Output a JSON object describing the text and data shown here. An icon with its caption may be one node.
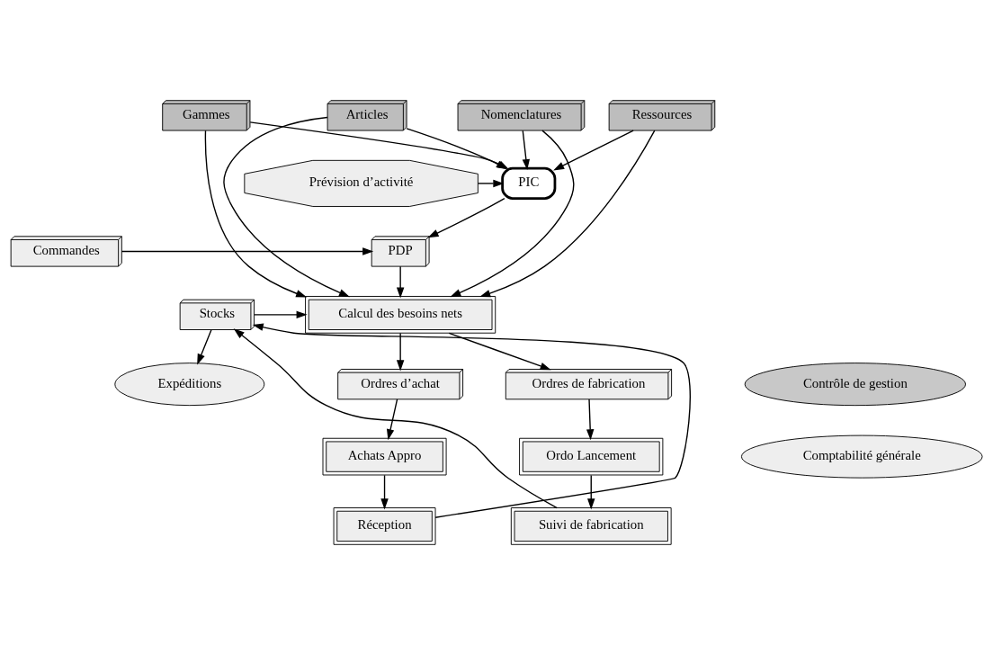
{
  "diagram": {
    "nodes": [
      {
        "text": [
          "Articles"
        ]
      },
      {
        "text": [
          "Nomenclatures"
        ]
      },
      {
        "text": [
          "Ressources"
        ]
      },
      {
        "text": [
          "Gammes"
        ]
      },
      {
        "text": [
          "PIC"
        ]
      },
      {
        "text": [
          "Prévision d’activité"
        ]
      },
      {
        "text": [
          "PDP"
        ]
      },
      {
        "text": [
          "Commandes"
        ]
      },
      {
        "text": [
          "Calcul des besoins nets"
        ]
      },
      {
        "text": [
          "Stocks"
        ]
      },
      {
        "text": [
          "Ordres de fabrication"
        ]
      },
      {
        "text": [
          "Ordres d’achat"
        ]
      },
      {
        "text": [
          "Expéditions"
        ]
      },
      {
        "text": [
          "Contrôle de gestion"
        ]
      },
      {
        "text": [
          "Ordo Lancement"
        ]
      },
      {
        "text": [
          "Achats Appro"
        ]
      },
      {
        "text": [
          "Comptabilité générale"
        ]
      },
      {
        "text": [
          "Suivi de fabrication"
        ]
      },
      {
        "text": [
          "Réception"
        ]
      }
    ],
    "edges": [
      {
        "from": 0,
        "to": 4,
        "arrow": "to"
      },
      {
        "from": 1,
        "to": 4,
        "arrow": "to"
      },
      {
        "from": 2,
        "to": 4,
        "arrow": "to"
      },
      {
        "from": 3,
        "to": 4,
        "arrow": "to"
      },
      {
        "from": 0,
        "to": 8,
        "arrow": "to"
      },
      {
        "from": 1,
        "to": 8,
        "arrow": "to"
      },
      {
        "from": 2,
        "to": 8,
        "arrow": "to"
      },
      {
        "from": 3,
        "to": 8,
        "arrow": "to"
      },
      {
        "from": 5,
        "to": 4,
        "arrow": "to"
      },
      {
        "from": 4,
        "to": 6,
        "arrow": "to"
      },
      {
        "from": 7,
        "to": 6,
        "arrow": "to"
      },
      {
        "from": 6,
        "to": 8,
        "arrow": "to"
      },
      {
        "from": 9,
        "to": 8,
        "arrow": "to"
      },
      {
        "from": 8,
        "to": 10,
        "arrow": "to"
      },
      {
        "from": 8,
        "to": 11,
        "arrow": "to"
      },
      {
        "from": 9,
        "to": 12,
        "arrow": "to"
      },
      {
        "from": 10,
        "to": 14,
        "arrow": "to"
      },
      {
        "from": 14,
        "to": 17,
        "arrow": "to"
      },
      {
        "from": 11,
        "to": 15,
        "arrow": "to"
      },
      {
        "from": 15,
        "to": 18,
        "arrow": "to"
      },
      {
        "from": 17,
        "to": 9,
        "arrow": "to"
      },
      {
        "from": 18,
        "to": 9,
        "arrow": "to"
      }
    ]
  }
}
